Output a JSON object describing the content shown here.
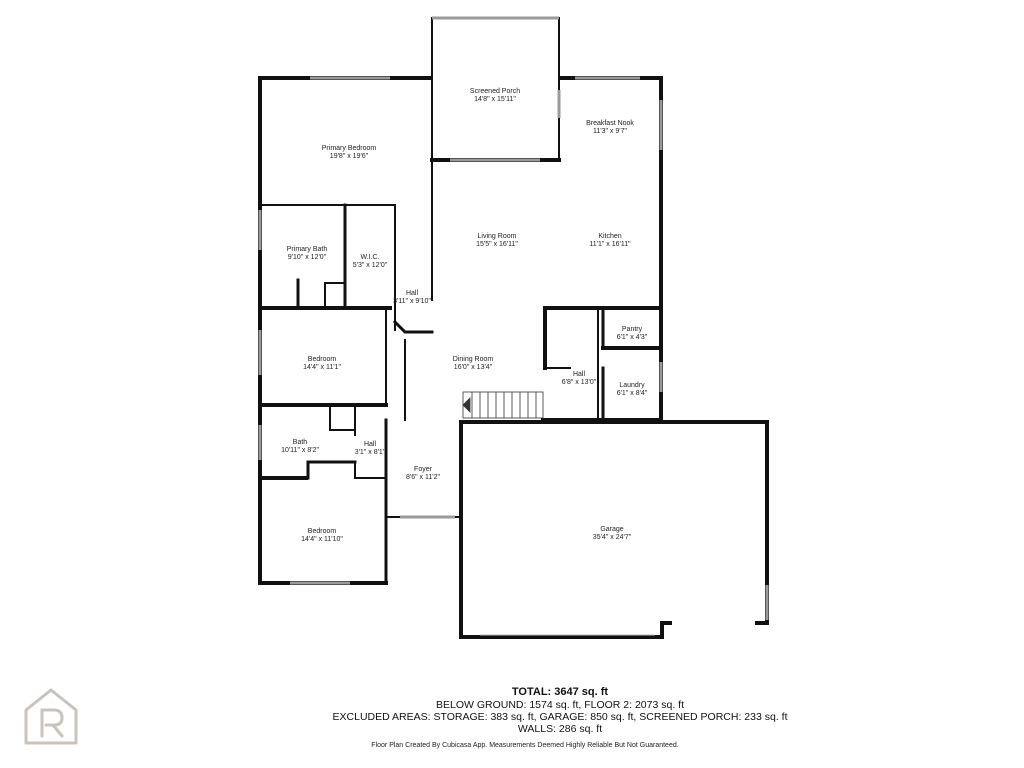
{
  "rooms": [
    {
      "id": "screened-porch",
      "name": "Screened Porch",
      "dims": "14'8\" x 15'11\""
    },
    {
      "id": "breakfast-nook",
      "name": "Breakfast Nook",
      "dims": "11'3\" x 9'7\""
    },
    {
      "id": "primary-bedroom",
      "name": "Primary Bedroom",
      "dims": "19'8\" x 19'6\""
    },
    {
      "id": "primary-bath",
      "name": "Primary Bath",
      "dims": "9'10\" x 12'0\""
    },
    {
      "id": "wic",
      "name": "W.I.C.",
      "dims": "5'3\" x 12'0\""
    },
    {
      "id": "living-room",
      "name": "Living Room",
      "dims": "15'5\" x 16'11\""
    },
    {
      "id": "kitchen",
      "name": "Kitchen",
      "dims": "11'1\" x 16'11\""
    },
    {
      "id": "hall-1",
      "name": "Hall",
      "dims": "3'11\" x 9'10\""
    },
    {
      "id": "bedroom-1",
      "name": "Bedroom",
      "dims": "14'4\" x 11'1\""
    },
    {
      "id": "dining-room",
      "name": "Dining Room",
      "dims": "16'0\" x 13'4\""
    },
    {
      "id": "hall-2",
      "name": "Hall",
      "dims": "6'8\" x 13'0\""
    },
    {
      "id": "pantry",
      "name": "Pantry",
      "dims": "6'1\" x 4'3\""
    },
    {
      "id": "laundry",
      "name": "Laundry",
      "dims": "6'1\" x 8'4\""
    },
    {
      "id": "bath",
      "name": "Bath",
      "dims": "10'11\" x 8'2\""
    },
    {
      "id": "hall-3",
      "name": "Hall",
      "dims": "3'1\" x 8'1\""
    },
    {
      "id": "foyer",
      "name": "Foyer",
      "dims": "8'6\" x 11'2\""
    },
    {
      "id": "garage",
      "name": "Garage",
      "dims": "35'4\" x 24'7\""
    },
    {
      "id": "bedroom-2",
      "name": "Bedroom",
      "dims": "14'4\" x 11'10\""
    }
  ],
  "summary": {
    "total": "TOTAL: 3647 sq. ft",
    "below_ground": "BELOW GROUND: 1574 sq. ft, FLOOR 2: 2073 sq. ft",
    "excluded": "EXCLUDED AREAS: STORAGE: 383 sq. ft, GARAGE: 850 sq. ft, SCREENED PORCH: 233 sq. ft",
    "walls": "WALLS: 286 sq. ft"
  },
  "footer_note": "Floor Plan Created By Cubicasa App. Measurements Deemed Highly Reliable But Not Guaranteed.",
  "colors": {
    "wall": "#111111",
    "window": "#9a9a9a",
    "logo": "#c9c3bc"
  },
  "icons": [
    "house-r-logo-icon"
  ]
}
